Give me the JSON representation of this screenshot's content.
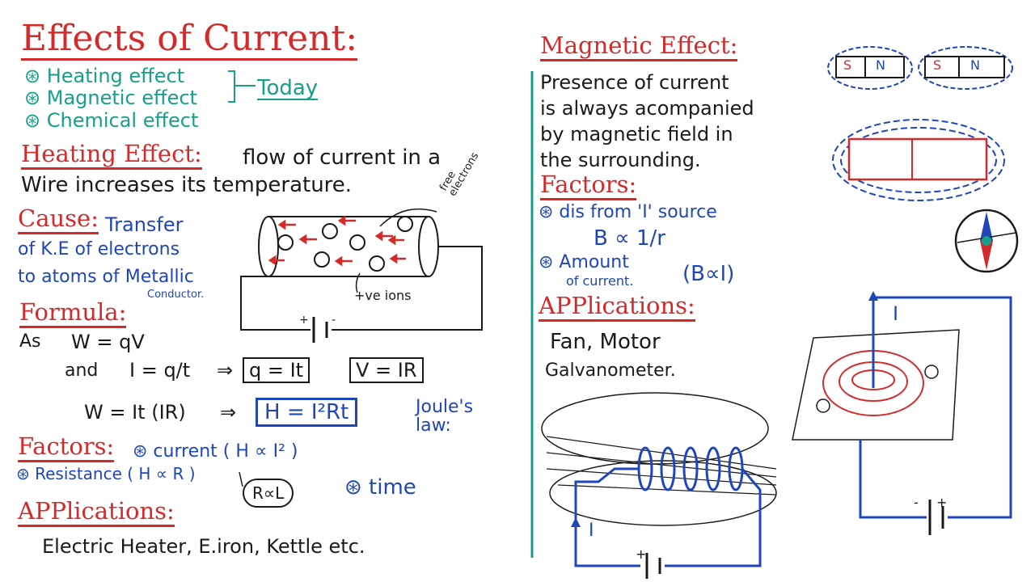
{
  "left": {
    "title": "Effects of Current:",
    "effects": [
      "⊛ Heating effect",
      "⊛ Magnetic effect",
      "⊛ Chemical effect"
    ],
    "today": "Today",
    "heating": {
      "heading": "Heating Effect:",
      "def_line1": "flow of current in a",
      "def_line2": "Wire increases its temperature.",
      "cause_label": "Cause:",
      "cause_1": "Transfer",
      "cause_2": "of K.E of electrons",
      "cause_3": "to atoms of Metallic",
      "cause_4": "Conductor.",
      "wire_label_free": "free electrons",
      "wire_label_ions": "+ve ions",
      "formula_label": "Formula:",
      "f_as": "As",
      "f_w": "W = qV",
      "f_and": "and",
      "f_i": "I = q/t",
      "f_arrow1": "⇒",
      "f_qit": "q = It",
      "f_vir": "V = IR",
      "f_wit": "W = It (IR)",
      "f_arrow2": "⇒",
      "f_h": "H = I²Rt",
      "joule": "Joule's law:",
      "factors_label": "Factors:",
      "factor_current": "⊛ current ( H ∝ I² )",
      "factor_resistance": "⊛ Resistance ( H ∝ R )",
      "factor_rl": "R∝L",
      "factor_time": "⊛ time",
      "apps_label": "APPlications:",
      "apps_text": "Electric Heater, E.iron, Kettle etc."
    }
  },
  "right": {
    "heading": "Magnetic Effect:",
    "line1": "Presence of current",
    "line2": "is always acompanied",
    "line3": "by magnetic field in",
    "line4": "the surrounding.",
    "factors_label": "Factors:",
    "factor_dist": "⊛ dis from 'I' source",
    "factor_b": "B ∝ 1/r",
    "factor_amount_1": "⊛ Amount",
    "factor_amount_2": "of current.",
    "factor_bi": "(B∝I)",
    "apps_label": "APPlications:",
    "apps_1": "Fan, Motor",
    "apps_2": "Galvanometer.",
    "solenoid_current": "I",
    "circuit_current": "I",
    "magnet_s": "S",
    "magnet_n": "N",
    "battery_plus": "+",
    "battery_minus": "-"
  },
  "colors": {
    "red": "#d42a2a",
    "blue": "#1f46b8",
    "teal": "#16a08a",
    "ink": "#1a1a1a"
  }
}
